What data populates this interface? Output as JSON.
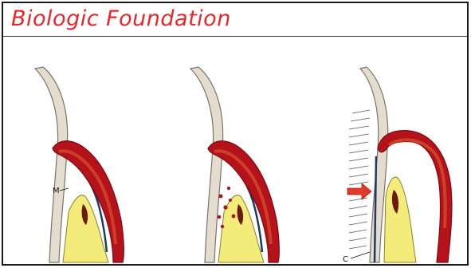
{
  "slide": {
    "title": "Biologic Foundation"
  },
  "figures": [
    {
      "id": "panel-1",
      "callout": "M"
    },
    {
      "id": "panel-2",
      "callout": ""
    },
    {
      "id": "panel-3",
      "callout": "C"
    }
  ],
  "colors": {
    "title": "#e8262b",
    "gingiva_outer": "#b5121b",
    "gingiva_inner": "#d9532c",
    "bone": "#f3ec7a",
    "marrow": "#6b1a12",
    "tooth": "#e4ddcf",
    "membrane": "#1f3a66",
    "arrow": "#e23a2a"
  }
}
